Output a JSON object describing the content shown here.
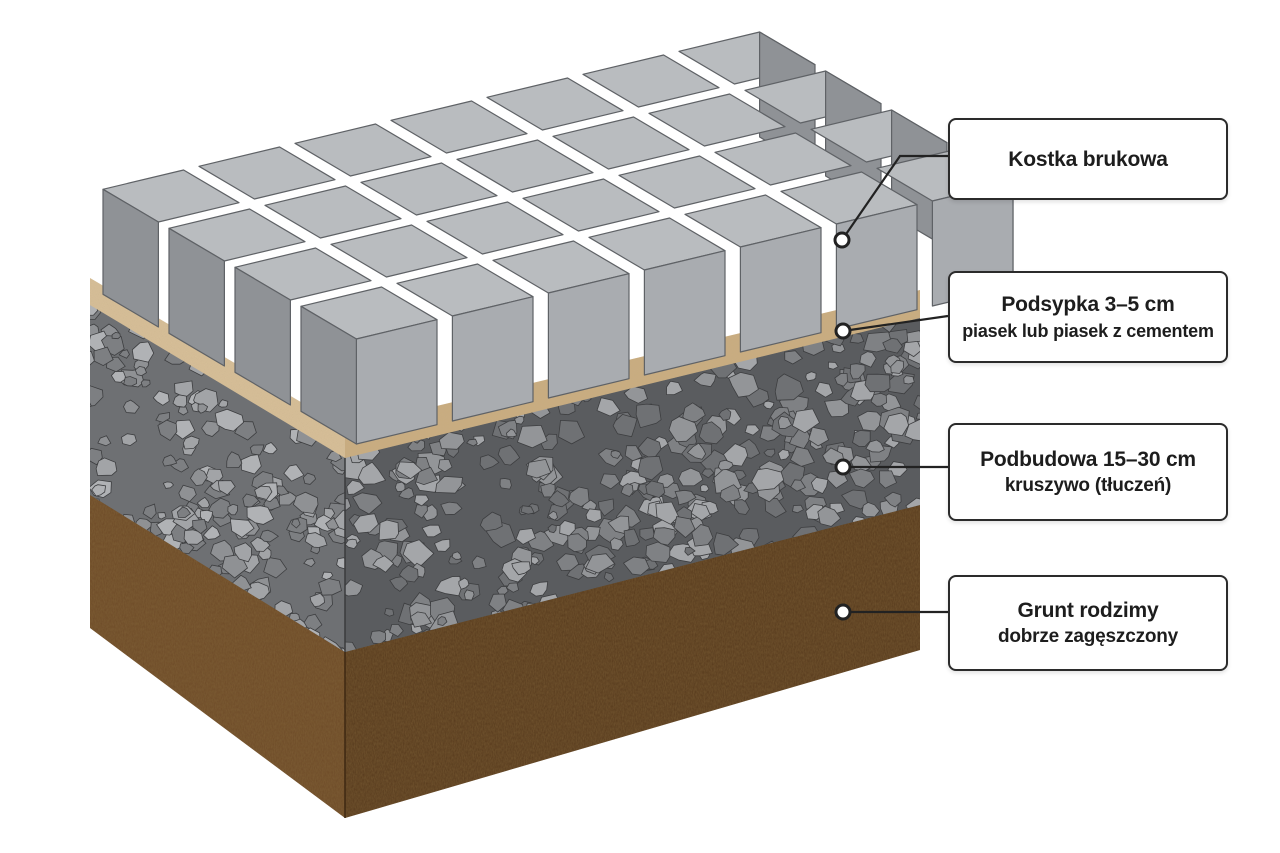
{
  "layers": [
    {
      "id": "pavers",
      "title": "Kostka brukowa",
      "subtitle": ""
    },
    {
      "id": "bedding",
      "title": "Podsypka 3–5 cm",
      "subtitle": "piasek lub piasek z cementem"
    },
    {
      "id": "base",
      "title": "Podbudowa 15–30 cm",
      "subtitle": "kruszywo (tłuczeń)"
    },
    {
      "id": "subgrade",
      "title": "Grunt rodzimy",
      "subtitle": "dobrze zagęszczony"
    }
  ],
  "colors": {
    "paver_top": "#b9bcbf",
    "paver_front": "#a9acb0",
    "paver_side": "#8f9296",
    "paver_edge": "#5f6266",
    "sand": "#d9c19a",
    "sand_dark": "#c9ac7e",
    "gravel_front": "#6e7073",
    "gravel_side": "#5a5c5f",
    "stone_light": "#9a9c9f",
    "soil_front": "#6d4a27",
    "soil_side": "#56391c",
    "leader": "#222222"
  }
}
